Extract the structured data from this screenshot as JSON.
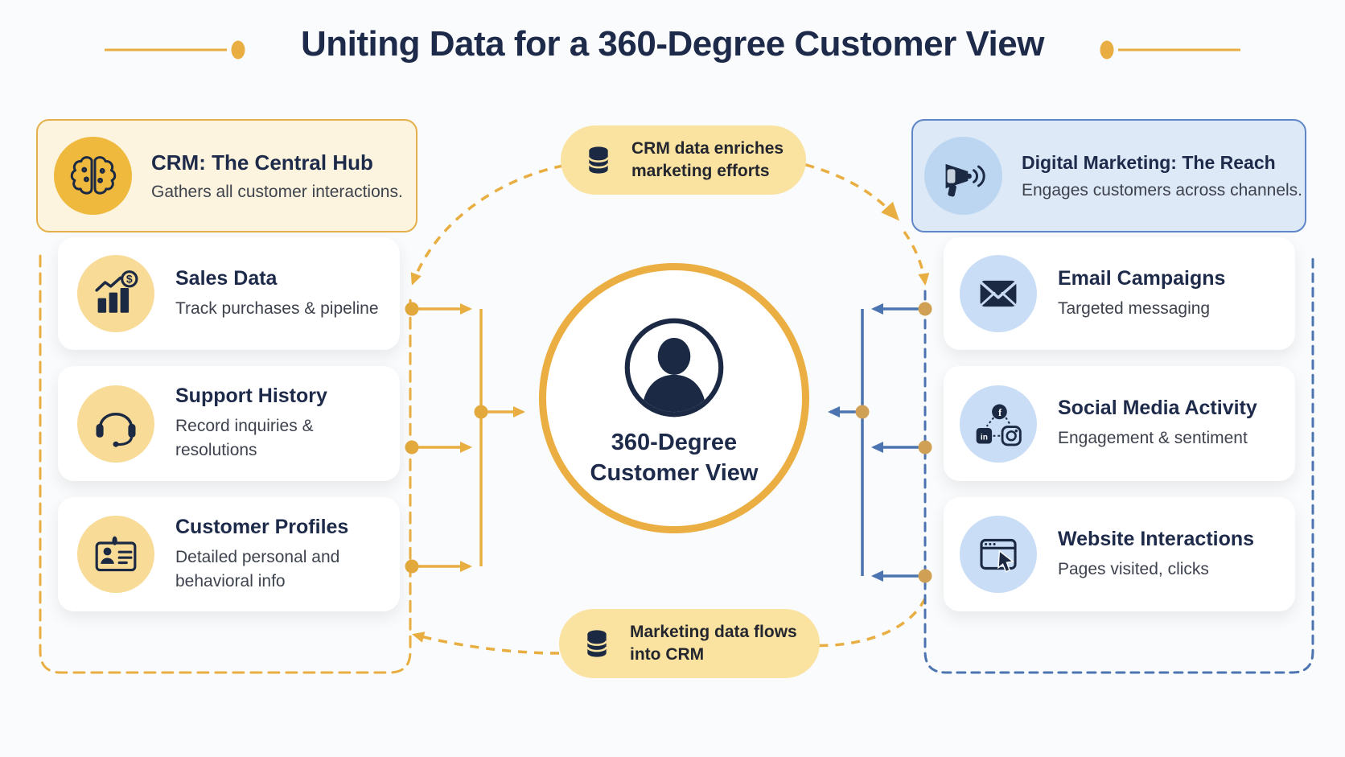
{
  "title": "Uniting Data for a 360-Degree Customer View",
  "left_hub": {
    "title": "CRM: The Central Hub",
    "subtitle": "Gathers all customer interactions.",
    "icon": "brain-icon"
  },
  "right_hub": {
    "title": "Digital Marketing: The Reach",
    "subtitle": "Engages customers across channels.",
    "icon": "megaphone-icon"
  },
  "left_cards": [
    {
      "title": "Sales Data",
      "subtitle": "Track purchases & pipeline",
      "icon": "sales-chart-icon"
    },
    {
      "title": "Support History",
      "subtitle": "Record inquiries & resolutions",
      "icon": "headset-icon"
    },
    {
      "title": "Customer Profiles",
      "subtitle": "Detailed personal and behavioral info",
      "icon": "id-card-icon"
    }
  ],
  "right_cards": [
    {
      "title": "Email Campaigns",
      "subtitle": "Targeted messaging",
      "icon": "email-icon"
    },
    {
      "title": "Social Media Activity",
      "subtitle": "Engagement & sentiment",
      "icon": "social-networks-icon"
    },
    {
      "title": "Website Interactions",
      "subtitle": "Pages visited, clicks",
      "icon": "browser-cursor-icon"
    }
  ],
  "center": {
    "line1": "360-Degree",
    "line2": "Customer View",
    "icon": "person-icon"
  },
  "flow_top": {
    "line1": "CRM data enriches",
    "line2": "marketing efforts",
    "icon": "database-icon"
  },
  "flow_bottom": {
    "line1": "Marketing data flows",
    "line2": "into CRM",
    "icon": "database-icon"
  },
  "colors": {
    "accent_gold": "#E9AE42",
    "accent_blue": "#4C74B0",
    "navy": "#1E2A4A",
    "left_hub_bg": "#FCF4DE",
    "right_hub_bg": "#DDE9F7",
    "pill_bg": "#FAE2A1",
    "left_icon_bg": "#F8DB97",
    "right_icon_bg": "#C9DEF6"
  }
}
